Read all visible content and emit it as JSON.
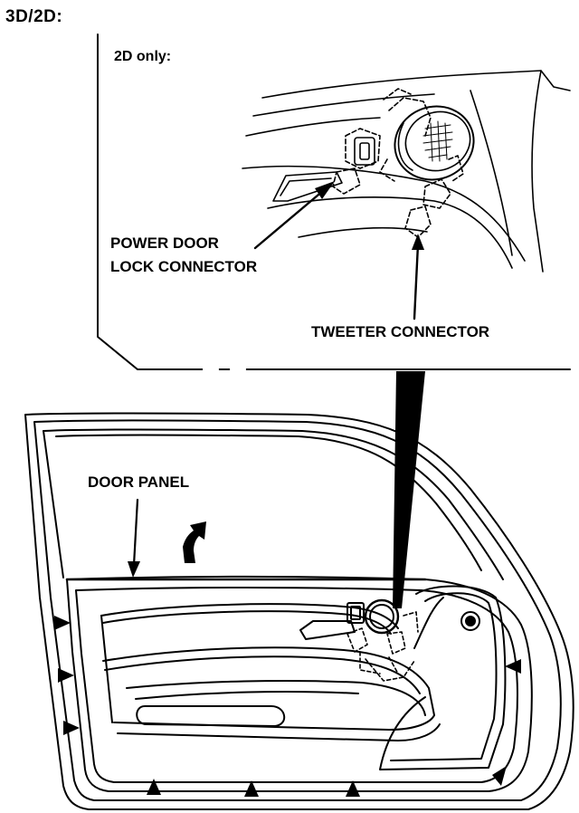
{
  "heading": "3D/2D:",
  "inset": {
    "subtitle": "2D only:",
    "callouts": {
      "power_door_lock_line1": "POWER DOOR",
      "power_door_lock_line2": "LOCK CONNECTOR",
      "tweeter": "TWEETER CONNECTOR"
    }
  },
  "door": {
    "callout": "DOOR PANEL",
    "clip_count": 8
  }
}
